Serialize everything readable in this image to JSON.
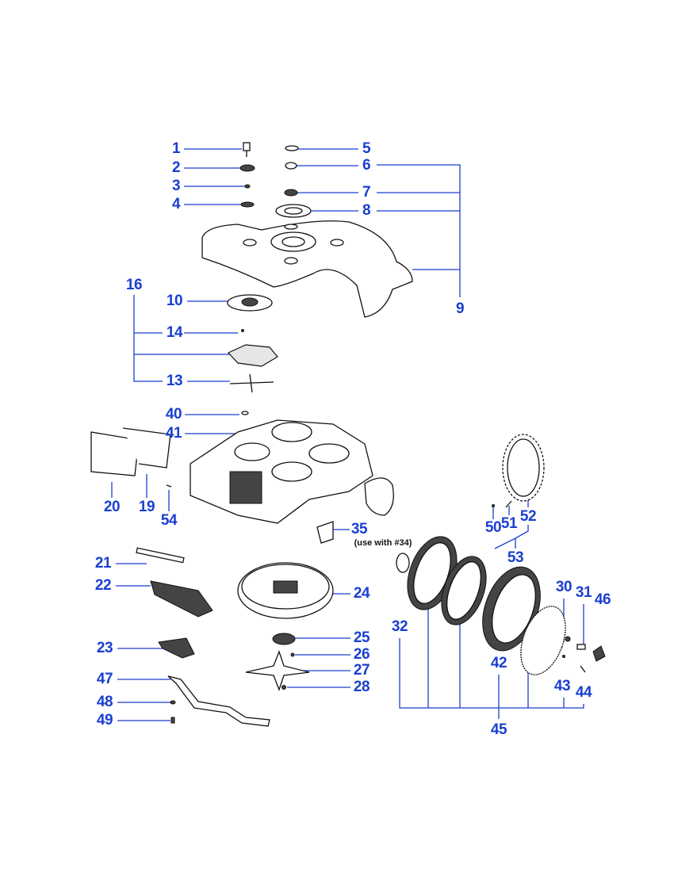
{
  "diagram": {
    "color_label": "#1a3fd0",
    "labels": {
      "p1": "1",
      "p2": "2",
      "p3": "3",
      "p4": "4",
      "p5": "5",
      "p6": "6",
      "p7": "7",
      "p8": "8",
      "p9": "9",
      "p10": "10",
      "p13": "13",
      "p14": "14",
      "p16": "16",
      "p19": "19",
      "p20": "20",
      "p21": "21",
      "p22": "22",
      "p23": "23",
      "p24": "24",
      "p25": "25",
      "p26": "26",
      "p27": "27",
      "p28": "28",
      "p30": "30",
      "p31": "31",
      "p32": "32",
      "p35": "35",
      "p40": "40",
      "p41": "41",
      "p42": "42",
      "p43": "43",
      "p44": "44",
      "p45": "45",
      "p46": "46",
      "p47": "47",
      "p48": "48",
      "p49": "49",
      "p50": "50",
      "p51": "51",
      "p52": "52",
      "p53": "53",
      "p54": "54"
    },
    "note_35": "(use with #34)"
  }
}
